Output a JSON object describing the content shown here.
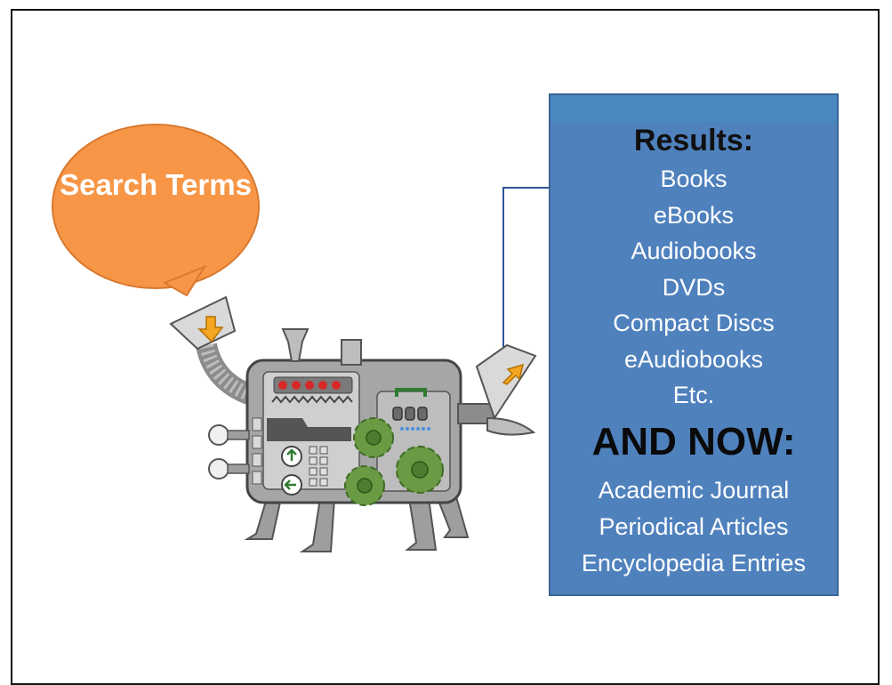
{
  "bubble": {
    "label": "Search Terms"
  },
  "results": {
    "title": "Results:",
    "items": [
      "Books",
      "eBooks",
      "Audiobooks",
      "DVDs",
      "Compact Discs",
      "eAudiobooks",
      "Etc."
    ],
    "now_title": "AND NOW:",
    "now_items": [
      "Academic Journal",
      "Periodical Articles",
      "Encyclopedia Entries"
    ]
  },
  "colors": {
    "bubble_orange": "#f79646",
    "results_blue": "#4f81bd",
    "gear_green": "#5a8a3c",
    "machine_gray": "#a6a6a6",
    "arrow_orange": "#f5a623"
  },
  "icons": [
    "speech-bubble-icon",
    "search-machine-icon",
    "input-funnel-icon",
    "output-funnel-icon",
    "gear-icon",
    "arrow-icon"
  ]
}
